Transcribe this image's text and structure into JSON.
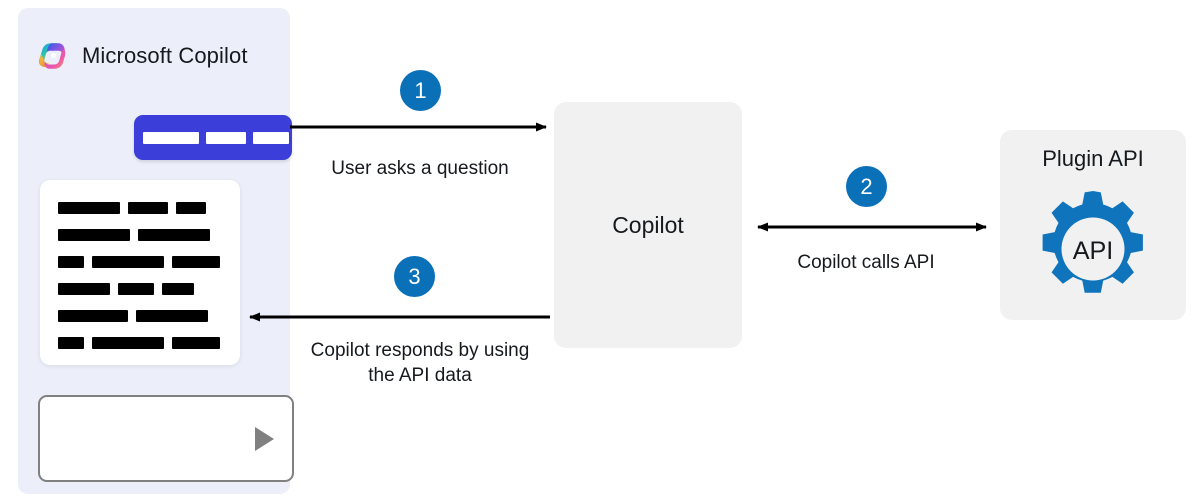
{
  "panel": {
    "title": "Microsoft Copilot",
    "logo_icon": "copilot-logo-icon",
    "prompt_bubble": {
      "icon": "user-prompt-bubble",
      "bar_count": 3
    },
    "answer_card": {
      "icon": "answer-text-card",
      "rows": [
        [
          62,
          40,
          30
        ],
        [
          78,
          80,
          0
        ],
        [
          28,
          80,
          52
        ],
        [
          58,
          38,
          34
        ],
        [
          76,
          78,
          0
        ],
        [
          28,
          82,
          52
        ]
      ]
    },
    "input": {
      "placeholder": "",
      "value": "",
      "send_icon": "send-play-icon"
    }
  },
  "nodes": {
    "copilot": {
      "label": "Copilot"
    },
    "plugin": {
      "label": "Plugin API",
      "gear_label": "API",
      "gear_icon": "gear-icon"
    }
  },
  "steps": [
    {
      "number": "1",
      "caption": "User asks a question"
    },
    {
      "number": "2",
      "caption": "Copilot calls API"
    },
    {
      "number": "3",
      "caption": "Copilot responds by using\nthe API data"
    }
  ],
  "colors": {
    "panel_background": "#eceff9",
    "prompt_blue": "#3b3ed9",
    "badge_blue": "#0a70b8",
    "gear_blue": "#1074bc",
    "node_gray": "#f1f1f1",
    "arrow_black": "#000000"
  }
}
